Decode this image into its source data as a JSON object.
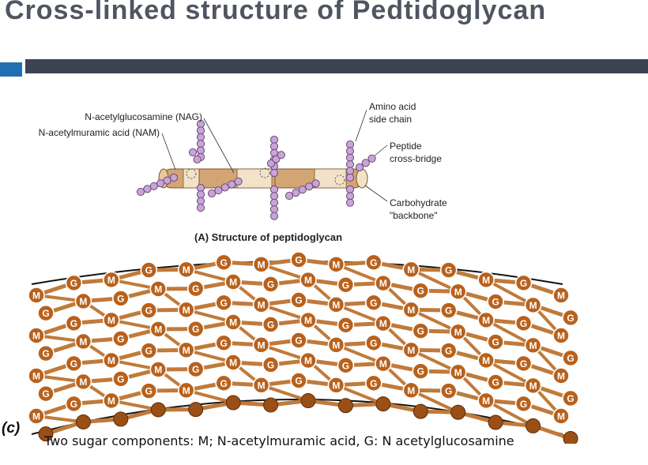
{
  "slide": {
    "title": "Cross-linked structure of Pedtidoglycan",
    "caption": "Two sugar components: M; N-acetylmuramic acid, G: N acetylglucosamine",
    "colors": {
      "title": "#4f5561",
      "bar_dark": "#3c4352",
      "bar_accent": "#1f6fb2"
    }
  },
  "figure_a": {
    "title": "(A)  Structure of peptidoglycan",
    "labels": {
      "nag": "N-acetylglucosamine (NAG)",
      "nam": "N-acetylmuramic acid (NAM)",
      "amino_acid_1": "Amino acid",
      "amino_acid_2": "side chain",
      "peptide_1": "Peptide",
      "peptide_2": "cross-bridge",
      "carb_1": "Carbohydrate",
      "carb_2": "\"backbone\""
    },
    "colors": {
      "backbone": "#d4a574",
      "backbone_light": "#f2e2c8",
      "bead": "#c9a4d6",
      "bead_stroke": "#6b4a78"
    }
  },
  "figure_c": {
    "panel_label": "(c)",
    "sugar_M": "M",
    "sugar_G": "G",
    "colors": {
      "strand": "#c07a3a",
      "bead": "#9a4f16",
      "sugar": "#b8611c",
      "sugar_text": "#ffffff"
    }
  }
}
